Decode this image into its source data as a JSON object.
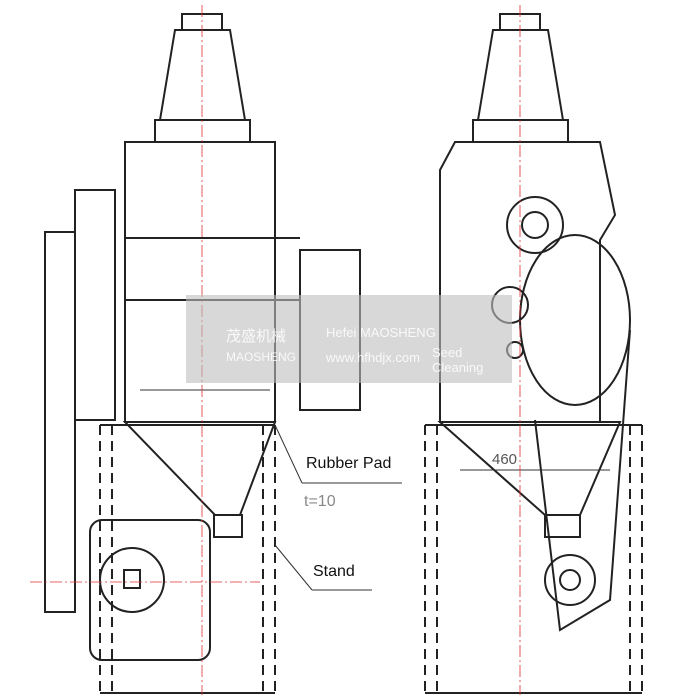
{
  "labels": {
    "rubber_pad": "Rubber Pad",
    "thickness": "t=10",
    "stand": "Stand",
    "dimension": "460"
  },
  "watermark": {
    "brand_cn": "茂盛机械",
    "brand_en_small": "MAOSHENG",
    "company": "Hefei MAOSHENG",
    "website": "www.hfhdjx.com",
    "tagline": "Seed Cleaning"
  }
}
